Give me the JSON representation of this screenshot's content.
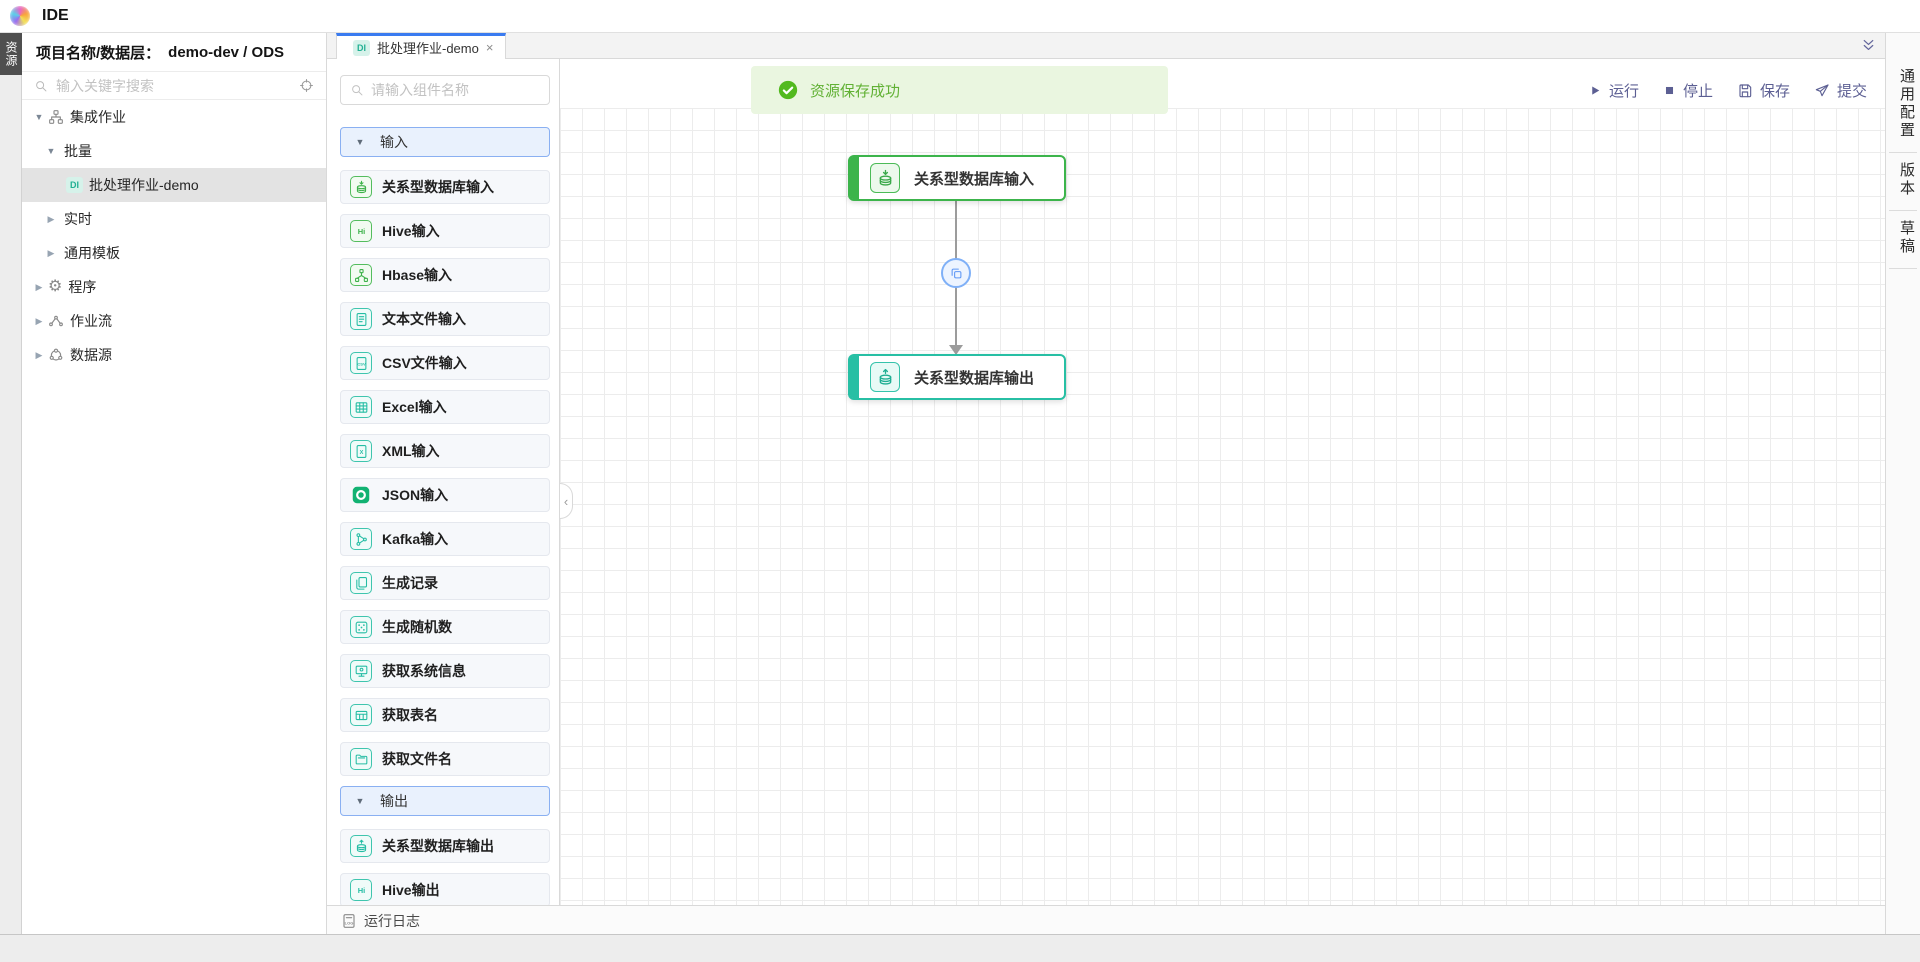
{
  "app": {
    "title": "IDE"
  },
  "left_rail": {
    "tab": "资源"
  },
  "explorer": {
    "header_label": "项目名称/数据层：",
    "header_value": "demo-dev / ODS",
    "search_placeholder": "输入关键字搜索",
    "tree": [
      {
        "key": "integration-jobs",
        "label": "集成作业",
        "level": 1,
        "expanded": true,
        "icon": "hierarchy"
      },
      {
        "key": "batch",
        "label": "批量",
        "level": 2,
        "expanded": true
      },
      {
        "key": "batch-job-demo",
        "label": "批处理作业-demo",
        "level": 3,
        "selected": true,
        "badge": "DI"
      },
      {
        "key": "realtime",
        "label": "实时",
        "level": 2,
        "expanded": false
      },
      {
        "key": "general-template",
        "label": "通用模板",
        "level": 2,
        "expanded": false
      },
      {
        "key": "program",
        "label": "程序",
        "level": 1,
        "expanded": false,
        "icon": "gear"
      },
      {
        "key": "workflow",
        "label": "作业流",
        "level": 1,
        "expanded": false,
        "icon": "workflow"
      },
      {
        "key": "datasource",
        "label": "数据源",
        "level": 1,
        "expanded": false,
        "icon": "datasource"
      }
    ]
  },
  "tabs": {
    "active": {
      "badge": "DI",
      "title": "批处理作业-demo",
      "close": "×"
    }
  },
  "palette": {
    "search_placeholder": "请输入组件名称",
    "sections": [
      {
        "label": "输入",
        "expanded": true,
        "items": [
          {
            "key": "relational-db-input",
            "label": "关系型数据库输入",
            "icon": "database-download",
            "tone": "green"
          },
          {
            "key": "hive-input",
            "label": "Hive输入",
            "icon": "hive-hi",
            "tone": "green"
          },
          {
            "key": "hbase-input",
            "label": "Hbase输入",
            "icon": "hbase-tree",
            "tone": "green"
          },
          {
            "key": "text-file-input",
            "label": "文本文件输入",
            "icon": "text-file",
            "tone": "teal"
          },
          {
            "key": "csv-file-input",
            "label": "CSV文件输入",
            "icon": "csv-file",
            "tone": "teal"
          },
          {
            "key": "excel-input",
            "label": "Excel输入",
            "icon": "excel-table",
            "tone": "teal"
          },
          {
            "key": "xml-input",
            "label": "XML输入",
            "icon": "xml-file",
            "tone": "teal"
          },
          {
            "key": "json-input",
            "label": "JSON输入",
            "icon": "json-circle",
            "tone": "teal-solid"
          },
          {
            "key": "kafka-input",
            "label": "Kafka输入",
            "icon": "kafka-nodes",
            "tone": "teal"
          },
          {
            "key": "generate-records",
            "label": "生成记录",
            "icon": "records",
            "tone": "teal"
          },
          {
            "key": "generate-random",
            "label": "生成随机数",
            "icon": "dice",
            "tone": "teal"
          },
          {
            "key": "get-system-info",
            "label": "获取系统信息",
            "icon": "system-monitor",
            "tone": "teal"
          },
          {
            "key": "get-table-name",
            "label": "获取表名",
            "icon": "table-name",
            "tone": "teal"
          },
          {
            "key": "get-file-name",
            "label": "获取文件名",
            "icon": "file-name",
            "tone": "teal"
          }
        ]
      },
      {
        "label": "输出",
        "expanded": true,
        "items": [
          {
            "key": "relational-db-output",
            "label": "关系型数据库输出",
            "icon": "database-upload",
            "tone": "teal"
          },
          {
            "key": "hive-output",
            "label": "Hive输出",
            "icon": "hive-hi",
            "tone": "teal"
          }
        ]
      }
    ]
  },
  "canvas": {
    "toast": {
      "text": "资源保存成功",
      "icon": "check-circle"
    },
    "toolbar": [
      {
        "key": "run",
        "label": "运行",
        "icon": "play"
      },
      {
        "key": "stop",
        "label": "停止",
        "icon": "stop"
      },
      {
        "key": "save",
        "label": "保存",
        "icon": "floppy"
      },
      {
        "key": "submit",
        "label": "提交",
        "icon": "paper-plane"
      }
    ],
    "nodes": [
      {
        "key": "relational-db-input-node",
        "label": "关系型数据库输入",
        "icon": "database-download",
        "tone": "green"
      },
      {
        "key": "relational-db-output-node",
        "label": "关系型数据库输出",
        "icon": "database-upload",
        "tone": "teal"
      }
    ],
    "connector_icon": "copy"
  },
  "right_rail": {
    "tabs": [
      {
        "key": "general-config",
        "label": "通用配置"
      },
      {
        "key": "version",
        "label": "版本"
      },
      {
        "key": "draft",
        "label": "草稿"
      }
    ]
  },
  "bottom_bar": {
    "label": "运行日志",
    "icon": "log-file"
  },
  "colors": {
    "tab_accent": "#3a7bf0",
    "node_green": "#3cb44b",
    "node_teal": "#27bfa4",
    "toolbar_text": "#5c5f93",
    "toast_text": "#61b134",
    "toast_bg": "#eaf6e0",
    "check_green": "#52b91f"
  }
}
